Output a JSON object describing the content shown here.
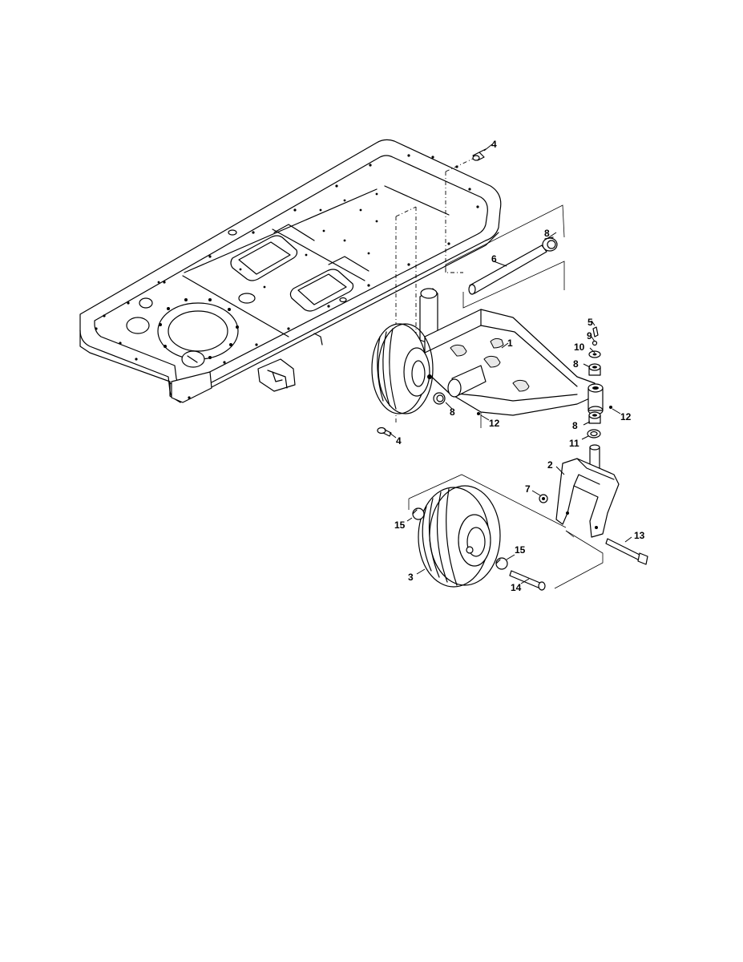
{
  "callouts": {
    "c1": "1",
    "c2": "2",
    "c3": "3",
    "c4a": "4",
    "c4b": "4",
    "c5": "5",
    "c6": "6",
    "c7": "7",
    "c8a": "8",
    "c8b": "8",
    "c8c": "8",
    "c8d": "8",
    "c9": "9",
    "c10": "10",
    "c11": "11",
    "c12a": "12",
    "c12b": "12",
    "c13": "13",
    "c14": "14",
    "c15a": "15",
    "c15b": "15"
  }
}
